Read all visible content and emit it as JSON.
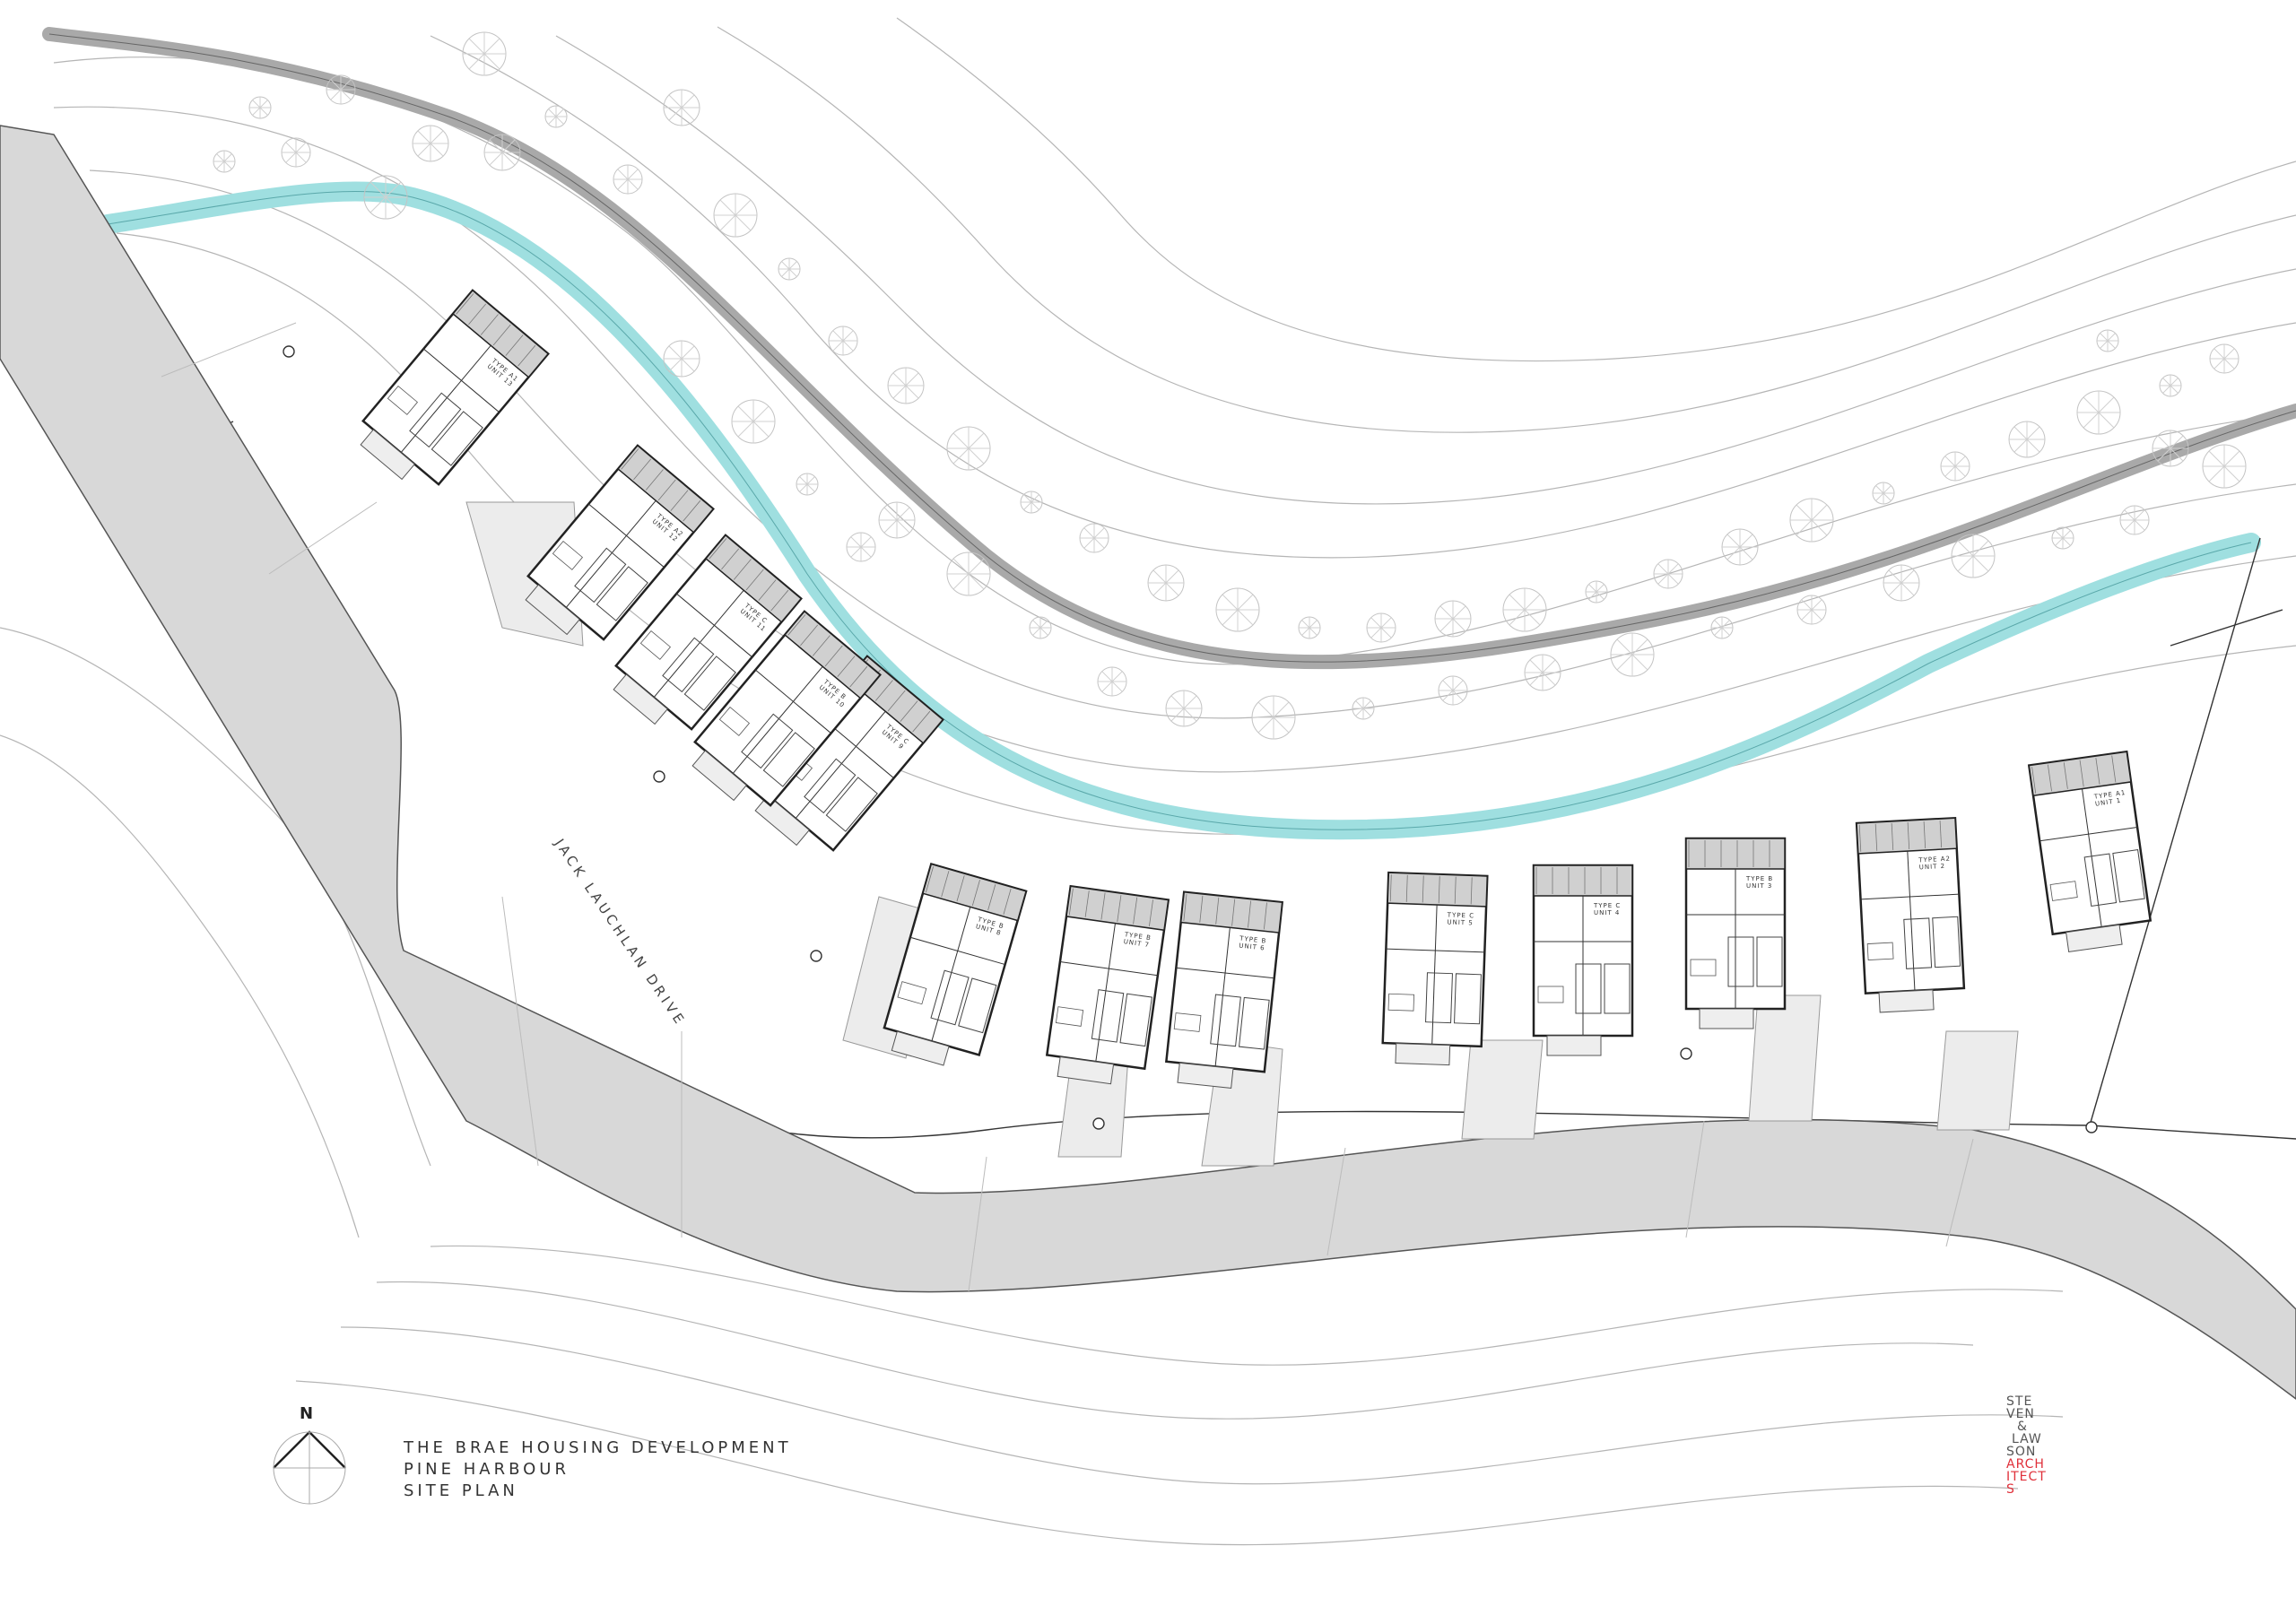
{
  "title_block": {
    "line1": "THE BRAE HOUSING DEVELOPMENT",
    "line2": "PINE HARBOUR",
    "line3": "SITE PLAN"
  },
  "north_arrow": {
    "label": "N"
  },
  "road": {
    "name": "JACK LAUCHLAN DRIVE"
  },
  "logo": {
    "lines": [
      "STE",
      "VEN",
      "&",
      "LAW",
      "SON"
    ],
    "red_lines": [
      "ARCH",
      "ITECT",
      "S"
    ]
  },
  "units": [
    {
      "type": "TYPE A1",
      "unit": "UNIT 1"
    },
    {
      "type": "TYPE A2",
      "unit": "UNIT 2"
    },
    {
      "type": "TYPE B",
      "unit": "UNIT 3"
    },
    {
      "type": "TYPE C",
      "unit": "UNIT 4"
    },
    {
      "type": "TYPE C",
      "unit": "UNIT 5"
    },
    {
      "type": "TYPE B",
      "unit": "UNIT 6"
    },
    {
      "type": "TYPE B",
      "unit": "UNIT 7"
    },
    {
      "type": "TYPE B",
      "unit": "UNIT 8"
    },
    {
      "type": "TYPE C",
      "unit": "UNIT 9"
    },
    {
      "type": "TYPE B",
      "unit": "UNIT 10"
    },
    {
      "type": "TYPE C",
      "unit": "UNIT 11"
    },
    {
      "type": "TYPE A2",
      "unit": "UNIT 12"
    },
    {
      "type": "TYPE A1",
      "unit": "UNIT 13"
    }
  ],
  "colors": {
    "stream": "#9fdfe0",
    "road": "#d8d8d8",
    "track": "#a9a9a9",
    "linework": "#444444",
    "logo_accent": "#e0303a"
  }
}
